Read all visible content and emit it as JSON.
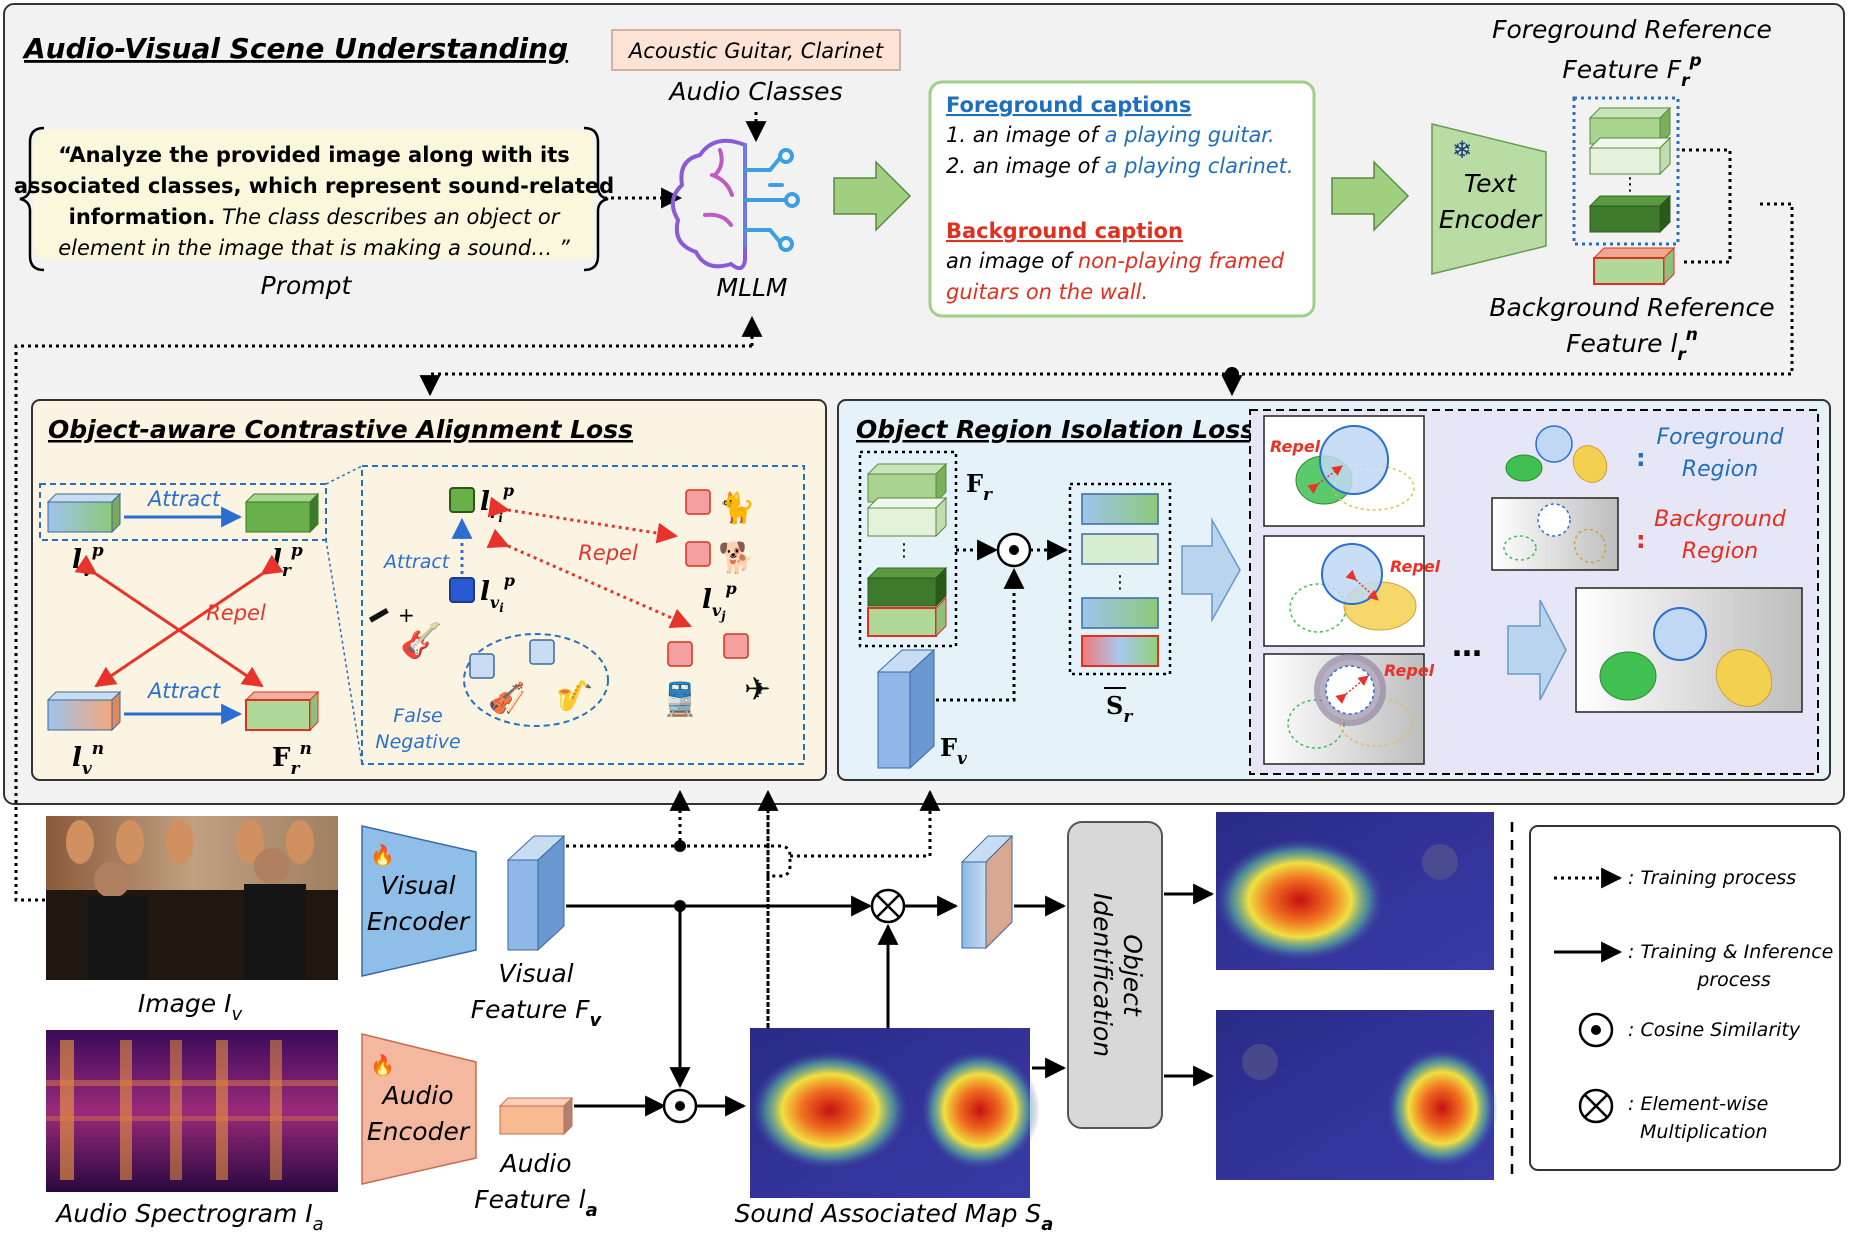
{
  "title": "Audio-Visual Scene Understanding",
  "audio_classes_tag": "Acoustic Guitar, Clarinet",
  "audio_classes_label": "Audio Classes",
  "prompt": {
    "line1": "“Analyze the provided image along with its",
    "line2": "associated classes, which represent sound-related",
    "line3_bold": "information.",
    "line3_rest": " The class describes an object or",
    "line4": "element in the image that is making a sound… ”",
    "label": "Prompt"
  },
  "mllm_label": "MLLM",
  "captions": {
    "fg_heading": "Foreground captions",
    "fg1_prefix": "1. an image of ",
    "fg1_colored": "a playing guitar.",
    "fg2_prefix": "2. an image of ",
    "fg2_colored": "a playing clarinet.",
    "bg_heading": "Background caption",
    "bg_prefix": "an image of ",
    "bg_colored1": "non-playing framed",
    "bg_colored2": "guitars on the wall."
  },
  "text_encoder": {
    "line1": "Text",
    "line2": "Encoder"
  },
  "fg_ref": {
    "line1": "Foreground Reference",
    "line2": "Feature F",
    "sub": "r",
    "sup": "p"
  },
  "bg_ref": {
    "line1": "Background Reference",
    "line2": "Feature l",
    "sub": "r",
    "sup": "n"
  },
  "contrastive": {
    "title": "Object-aware Contrastive Alignment Loss",
    "attract": "Attract",
    "repel": "Repel",
    "lv_p": "l",
    "lr_p": "l",
    "lv_n": "l",
    "Fr_n": "F",
    "sub_v": "v",
    "sub_r": "r",
    "sup_p": "p",
    "sup_n": "n",
    "inset_attract": "Attract",
    "inset_repel": "Repel",
    "lri": "l",
    "lvi": "l",
    "lvj": "l",
    "sub_ri": "r",
    "sub_vi": "v",
    "sub_vj": "v",
    "idx_i": "i",
    "idx_j": "j",
    "false_negative_1": "False",
    "false_negative_2": "Negative"
  },
  "isolation": {
    "title": "Object Region Isolation Loss",
    "Fr": "F",
    "Fr_sub": "r",
    "Fv": "F",
    "Fv_sub": "v",
    "Sr": "S",
    "Sr_sub": "r",
    "repel": "Repel",
    "fg_region_1": "Foreground",
    "fg_region_2": "Region",
    "bg_region_1": "Background",
    "bg_region_2": "Region",
    "colon": ":",
    "dots": "…"
  },
  "bottom": {
    "image_label": "Image  I",
    "image_sub": "v",
    "spec_label": "Audio Spectrogram I",
    "spec_sub": "a",
    "visual_encoder": {
      "line1": "Visual",
      "line2": "Encoder"
    },
    "audio_encoder": {
      "line1": "Audio",
      "line2": "Encoder"
    },
    "visual_feature": {
      "line1": "Visual",
      "line2": "Feature F",
      "sub": "v"
    },
    "audio_feature": {
      "line1": "Audio",
      "line2": "Feature l",
      "sub": "a"
    },
    "object_identification_1": "Object",
    "object_identification_2": "Identification",
    "sound_map": "Sound Associated Map S",
    "sound_map_sub": "a"
  },
  "legend": {
    "training": ": Training process",
    "train_infer_1": ": Training & Inference",
    "train_infer_2": "process",
    "cosine": ": Cosine Similarity",
    "elementwise_1": ": Element-wise",
    "elementwise_2": "Multiplication"
  },
  "icons": [
    "snowflake-icon",
    "fire-icon",
    "brain-icon",
    "cat-icon",
    "dog-icon",
    "train-icon",
    "airplane-icon",
    "guitar-icon",
    "clarinet-icon",
    "violin-icon",
    "saxophone-icon"
  ],
  "colors": {
    "fg_blue": "#1f6fbf",
    "bg_red": "#e03020",
    "repel_red": "#e8332a",
    "attract_blue": "#2a6fd0",
    "arrow_green": "#8fbf6f"
  }
}
